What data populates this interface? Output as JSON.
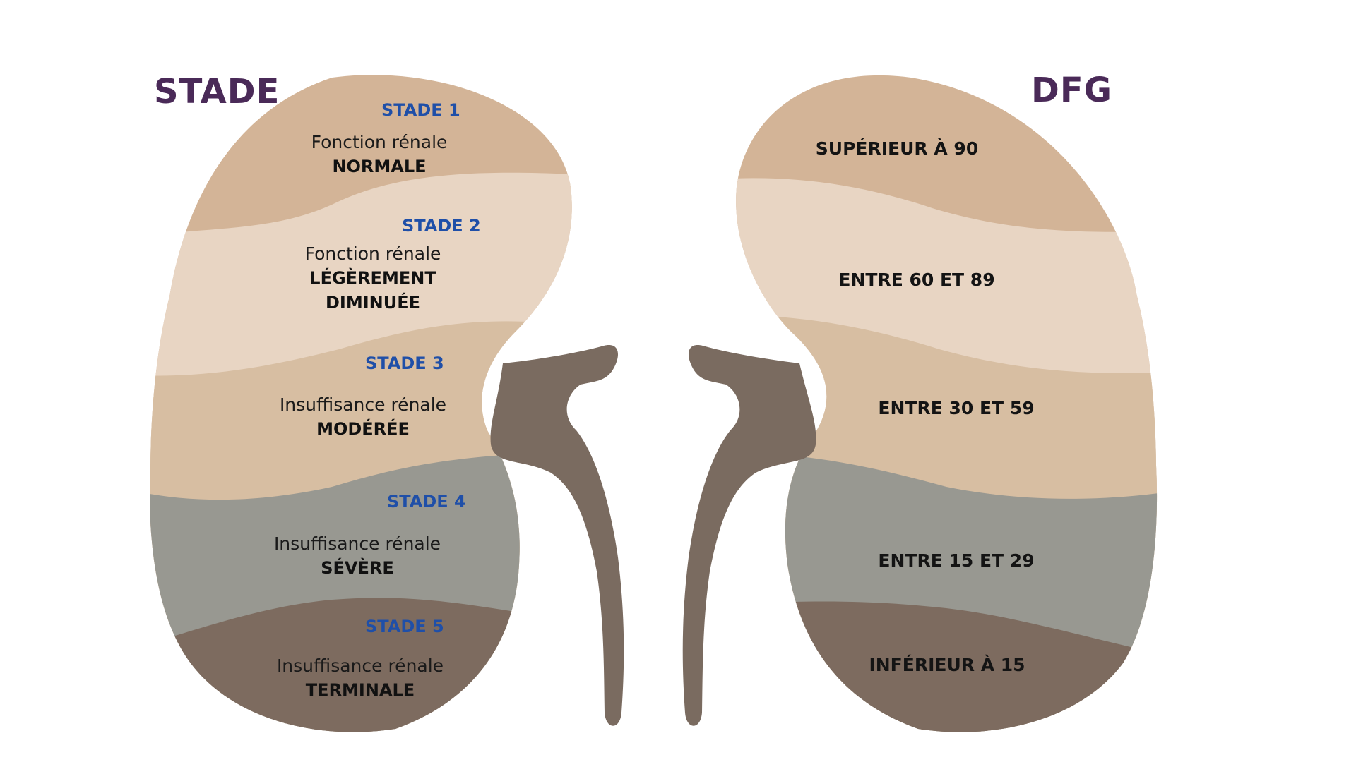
{
  "headings": {
    "left": "STADE",
    "right": "DFG"
  },
  "stages": [
    {
      "label": "STADE 1",
      "desc": "Fonction rénale",
      "severity": "NORMALE"
    },
    {
      "label": "STADE 2",
      "desc": "Fonction rénale",
      "severity_line1": "LÉGÈREMENT",
      "severity_line2": "DIMINUÉE"
    },
    {
      "label": "STADE 3",
      "desc": "Insuffisance rénale",
      "severity": "MODÉRÉE"
    },
    {
      "label": "STADE 4",
      "desc": "Insuffisance rénale",
      "severity": "SÉVÈRE"
    },
    {
      "label": "STADE 5",
      "desc": "Insuffisance rénale",
      "severity": "TERMINALE"
    }
  ],
  "gfr": [
    "SUPÉRIEUR À 90",
    "ENTRE 60 ET 89",
    "ENTRE 30 ET 59",
    "ENTRE 15 ET 29",
    "INFÉRIEUR À 15"
  ],
  "colors": {
    "heading": "#4a2a58",
    "stage_label": "#1f4fa8",
    "band_1": "#d3b497",
    "band_2": "#e8d5c3",
    "band_3": "#d7bea2",
    "band_4": "#989891",
    "band_5": "#7d6b5f",
    "ureter": "#7a6b60"
  }
}
